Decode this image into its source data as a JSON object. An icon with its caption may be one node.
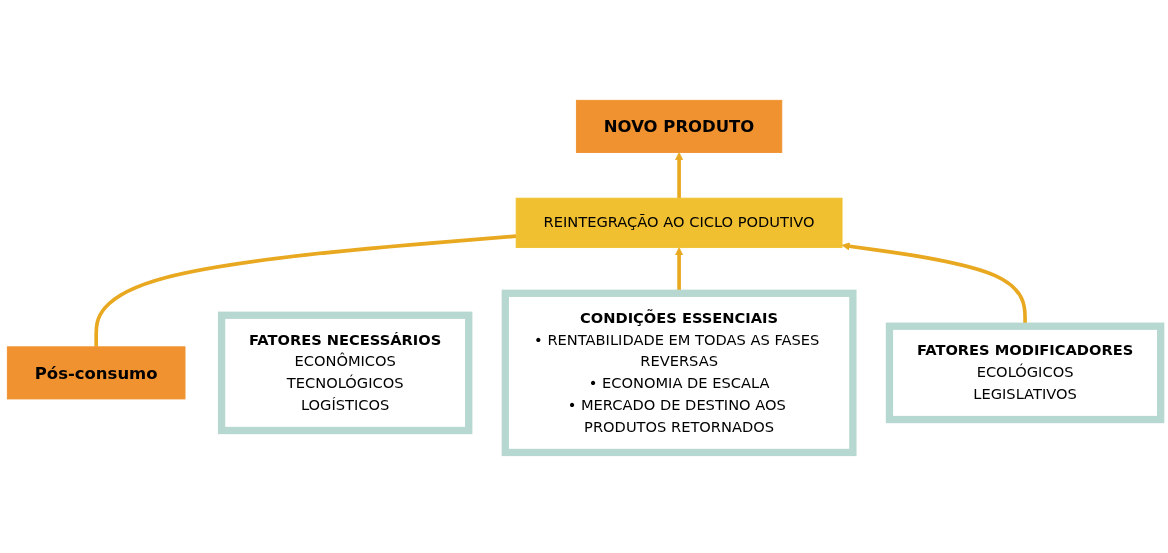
{
  "diagram": {
    "nodes": [
      {
        "text": [
          "NOVO PRODUTO"
        ]
      },
      {
        "text": [
          "CONDIÇÕES ESSENCIAIS",
          "• RENTABILIDADE EM TODAS AS FASES REVERSAS",
          "• ECONOMIA DE ESCALA",
          "• MERCADO DE DESTINO AOS PRODUTOS RETORNADOS"
        ]
      },
      {
        "text": [
          "REINTEGRAÇÃO AO CICLO PODUTIVO"
        ]
      },
      {
        "text": [
          "FATORES NECESSÁRIOS",
          "ECONÔMICOS",
          "TECNOLÓGICOS",
          "LOGÍSTICOS"
        ]
      },
      {
        "text": [
          "FATORES MODIFICADORES",
          "ECOLÓGICOS",
          "LEGISLATIVOS"
        ]
      },
      {
        "text": [
          "Pós-consumo"
        ]
      }
    ],
    "edges": [
      {
        "from": 5,
        "to": 2,
        "arrow": "none"
      },
      {
        "from": 1,
        "to": 2,
        "arrow": "to"
      },
      {
        "from": 4,
        "to": 2,
        "arrow": "to"
      },
      {
        "from": 2,
        "to": 0,
        "arrow": "to"
      }
    ]
  }
}
